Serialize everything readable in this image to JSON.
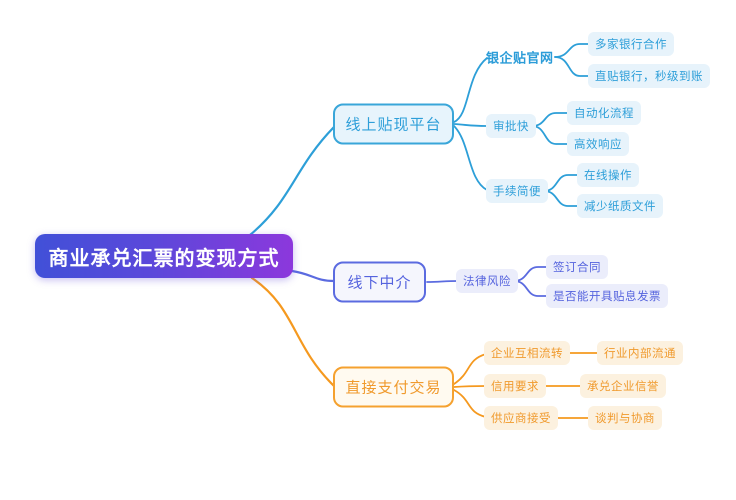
{
  "root": {
    "label": "商业承兑汇票的变现方式"
  },
  "branches": [
    {
      "label": "线上贴现平台",
      "theme_color": "#2d9fd8",
      "children": [
        {
          "label": "银企贴官网",
          "children": [
            "多家银行合作",
            "直贴银行，秒级到账"
          ]
        },
        {
          "label": "审批快",
          "children": [
            "自动化流程",
            "高效响应"
          ]
        },
        {
          "label": "手续简便",
          "children": [
            "在线操作",
            "减少纸质文件"
          ]
        }
      ]
    },
    {
      "label": "线下中介",
      "theme_color": "#5b6be0",
      "children": [
        {
          "label": "法律风险",
          "children": [
            "签订合同",
            "是否能开具贴息发票"
          ]
        }
      ]
    },
    {
      "label": "直接支付交易",
      "theme_color": "#f5991f",
      "children": [
        {
          "label": "企业互相流转",
          "children": [
            "行业内部流通"
          ]
        },
        {
          "label": "信用要求",
          "children": [
            "承兑企业信誉"
          ]
        },
        {
          "label": "供应商接受",
          "children": [
            "谈判与协商"
          ]
        }
      ]
    }
  ],
  "colors": {
    "root_gradient_start": "#4150d8",
    "root_gradient_end": "#8c38dc",
    "cyan_branch": "#2d9fd8",
    "indigo_branch": "#5b6be0",
    "orange_branch": "#f5991f",
    "background": "#ffffff"
  }
}
